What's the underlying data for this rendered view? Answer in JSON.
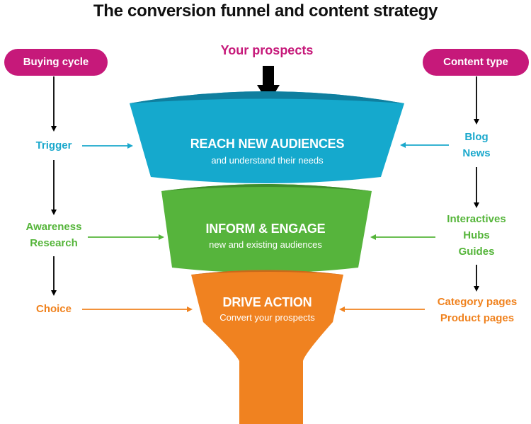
{
  "title": "The conversion funnel and content strategy",
  "prospects": "Your prospects",
  "left_header": "Buying cycle",
  "right_header": "Content type",
  "stages": [
    {
      "title": "REACH NEW AUDIENCES",
      "subtitle": "and understand their needs",
      "color": "#15a9cd"
    },
    {
      "title": "INFORM & ENGAGE",
      "subtitle": "new and existing audiences",
      "color": "#56b43c"
    },
    {
      "title": "DRIVE ACTION",
      "subtitle": "Convert your prospects",
      "color": "#f08220"
    }
  ],
  "buying_cycle": [
    {
      "lines": [
        "Trigger"
      ]
    },
    {
      "lines": [
        "Awareness",
        "Research"
      ]
    },
    {
      "lines": [
        "Choice"
      ]
    }
  ],
  "content_types": [
    {
      "lines": [
        "Blog",
        "News"
      ]
    },
    {
      "lines": [
        "Interactives",
        "Hubs",
        "Guides"
      ]
    },
    {
      "lines": [
        "Category pages",
        "Product pages"
      ]
    }
  ],
  "colors": {
    "accent": "#c6197a",
    "blue": "#1aa8cc",
    "green": "#55b53a",
    "orange": "#f0821e",
    "arrow": "#000000"
  }
}
